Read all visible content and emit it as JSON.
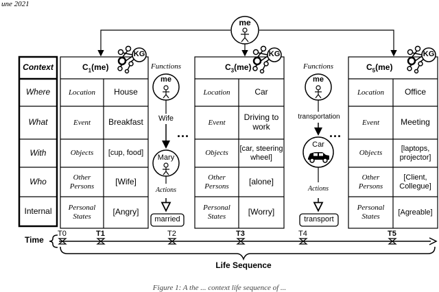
{
  "header_text": "une 2021",
  "root_label": "me",
  "kg_label": "KG",
  "context_column": {
    "rows": [
      "Context",
      "Where",
      "What",
      "With",
      "Who",
      "Internal"
    ]
  },
  "contexts": [
    {
      "title_prefix": "C",
      "title_sub": "1",
      "title_suffix": "(me)",
      "keys": [
        "Location",
        "Event",
        "Objects",
        "Other Persons",
        "Personal States"
      ],
      "values": [
        "House",
        "Breakfast",
        "[cup, food]",
        "[Wife]",
        "[Angry]"
      ]
    },
    {
      "title_prefix": "C",
      "title_sub": "3",
      "title_suffix": "(me)",
      "keys": [
        "Location",
        "Event",
        "Objects",
        "Other Persons",
        "Personal States"
      ],
      "values": [
        "Car",
        "Driving to work",
        "[car, steering wheel]",
        "[alone]",
        "[Worry]"
      ]
    },
    {
      "title_prefix": "C",
      "title_sub": "5",
      "title_suffix": "(me)",
      "keys": [
        "Location",
        "Event",
        "Objects",
        "Other Persons",
        "Personal States"
      ],
      "values": [
        "Office",
        "Meeting",
        "[laptops, projector]",
        "[Client, Collegue]",
        "[Agreable]"
      ]
    }
  ],
  "functions": [
    {
      "title": "Functions",
      "top_label": "me",
      "edge_label": "Wife",
      "node_label": "Mary",
      "actions_label": "Actions",
      "result_label": "married",
      "ellipsis": "..."
    },
    {
      "title": "Functions",
      "top_label": "me",
      "edge_label": "transportation",
      "node_label": "Car",
      "actions_label": "Actions",
      "result_label": "transport",
      "ellipsis": "..."
    }
  ],
  "timeline": {
    "axis_label": "Time",
    "ticks": [
      {
        "label": "T0",
        "bold": false
      },
      {
        "label": "T1",
        "bold": true
      },
      {
        "label": "T2",
        "bold": false
      },
      {
        "label": "T3",
        "bold": true
      },
      {
        "label": "T4",
        "bold": false
      },
      {
        "label": "T5",
        "bold": true
      }
    ],
    "sequence_label": "Life Sequence"
  },
  "caption_fragment": "Figure 1: A the ... context life sequence of ..."
}
